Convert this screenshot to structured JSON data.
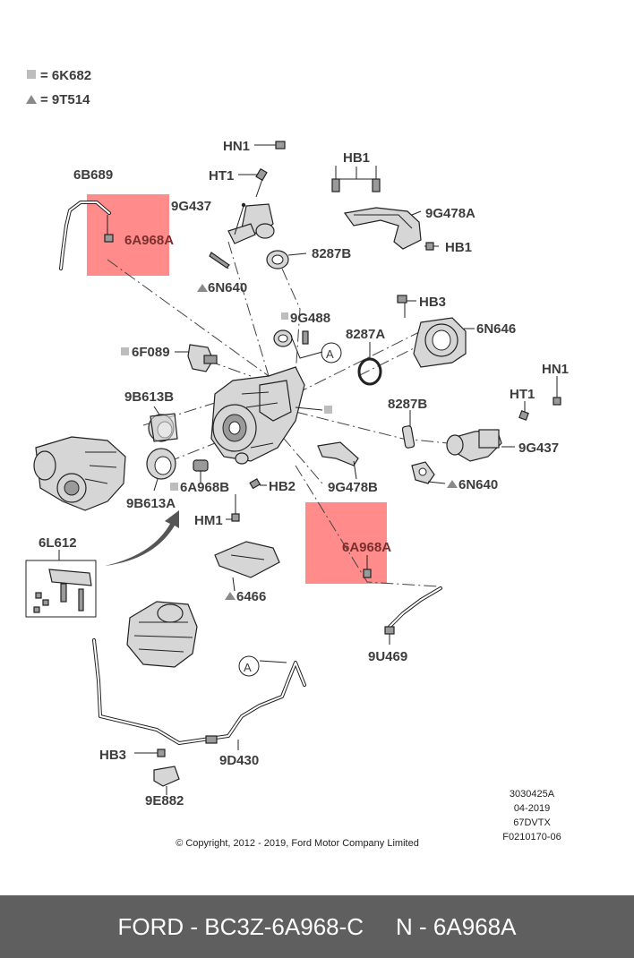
{
  "legend": {
    "square_label": "= 6K682",
    "triangle_label": "= 9T514"
  },
  "labels": {
    "hn1_top": "HN1",
    "ht1_top": "HT1",
    "hb1_top": "HB1",
    "l6b689": "6B689",
    "l9g437_top": "9G437",
    "l6a968a_top": "6A968A",
    "l9g478a": "9G478A",
    "hb1_right": "HB1",
    "l8287b_top": "8287B",
    "l6n640_top": "6N640",
    "hb3_top": "HB3",
    "l9g488": "9G488",
    "l6n646": "6N646",
    "l6f089": "6F089",
    "l8287a": "8287A",
    "hn1_right": "HN1",
    "ht1_right": "HT1",
    "l9b613b": "9B613B",
    "l8287b_mid": "8287B",
    "l9g437_right": "9G437",
    "l6a968b": "6A968B",
    "hb2": "HB2",
    "l9g478b": "9G478B",
    "l6n640_right": "6N640",
    "l9b613a": "9B613A",
    "hm1": "HM1",
    "l6l612": "6L612",
    "l6a968a_mid": "6A968A",
    "l6466": "6466",
    "l9u469": "9U469",
    "callout_a": "A",
    "callout_a2": "A",
    "hb3_bottom": "HB3",
    "l9d430": "9D430",
    "l9e882": "9E882"
  },
  "meta": {
    "code1": "3030425A",
    "code2": "04-2019",
    "code3": "67DVTX",
    "code4": "F0210170-06",
    "copyright": "© Copyright, 2012 - 2019, Ford Motor Company Limited"
  },
  "footer": {
    "left": "FORD - BC3Z-6A968-C",
    "right": "N - 6A968A"
  },
  "colors": {
    "highlight": "#ff6a6a",
    "footer_bg": "#5f5f5f",
    "label": "#3d3d3d"
  }
}
